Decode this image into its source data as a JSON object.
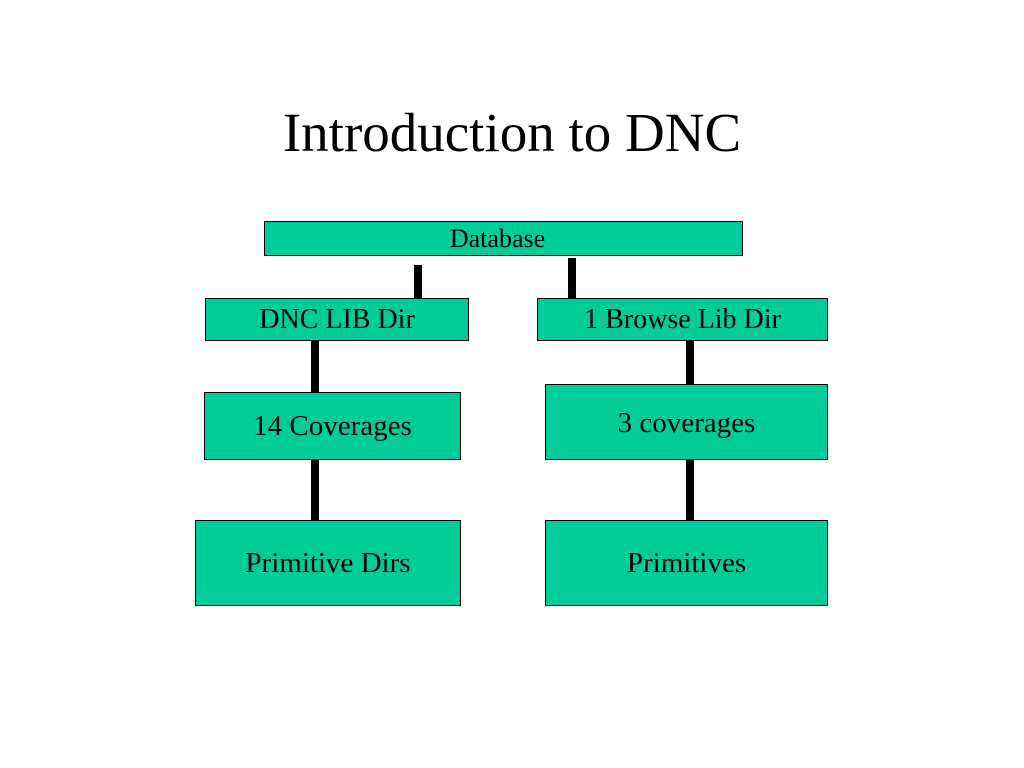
{
  "slide": {
    "title": "Introduction to DNC"
  },
  "diagram": {
    "nodes": {
      "database": "Database",
      "dnc_lib_dir": "DNC LIB Dir",
      "browse_lib_dir": "1 Browse Lib Dir",
      "coverages_14": "14 Coverages",
      "coverages_3": "3 coverages",
      "primitive_dirs": "Primitive Dirs",
      "primitives": "Primitives"
    },
    "colors": {
      "node_fill": "#00cc99",
      "node_border": "#000000",
      "connector": "#000000"
    }
  }
}
